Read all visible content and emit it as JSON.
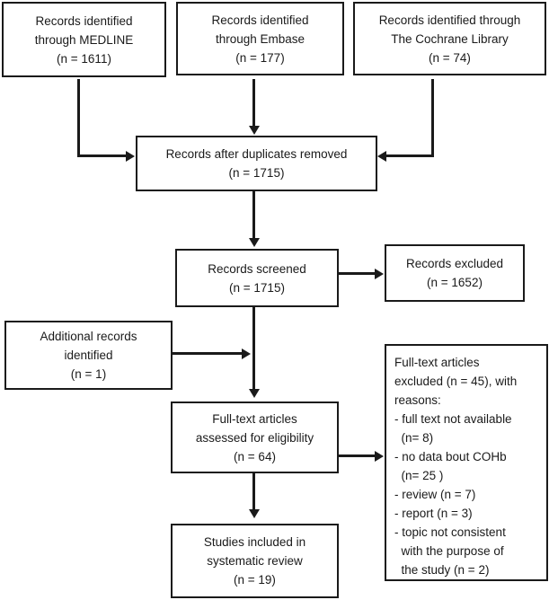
{
  "diagram_type": "prisma-flow-diagram",
  "colors": {
    "line": "#1a1a1a",
    "text": "#1a1a1a",
    "box_background": "#ffffff",
    "page_background": "#ffffff"
  },
  "boxes": {
    "medline": {
      "text": "Records identified\nthrough MEDLINE\n(n = 1611)",
      "n": 1611
    },
    "embase": {
      "text": "Records identified\nthrough Embase\n(n = 177)",
      "n": 177
    },
    "cochrane": {
      "text": "Records identified through\nThe Cochrane Library\n(n = 74)",
      "n": 74
    },
    "duplicates_removed": {
      "text": "Records after duplicates removed\n(n = 1715)",
      "n": 1715
    },
    "screened": {
      "text": "Records screened\n(n = 1715)",
      "n": 1715
    },
    "records_excluded": {
      "text": "Records excluded\n(n = 1652)",
      "n": 1652
    },
    "additional_records": {
      "text": "Additional records\nidentified\n(n = 1)",
      "n": 1
    },
    "fulltext_assessed": {
      "text": "Full-text articles\nassessed for eligibility\n(n = 64)",
      "n": 64
    },
    "fulltext_excluded": {
      "text": "Full-text articles\nexcluded (n = 45), with\nreasons:\n- full text not available\n  (n= 8)\n- no data bout COHb\n  (n= 25 )\n- review (n = 7)\n- report (n = 3)\n- topic not consistent\n  with the purpose of\n  the study (n = 2)",
      "n": 45
    },
    "studies_included": {
      "text": "Studies included in\nsystematic review\n(n = 19)",
      "n": 19
    }
  }
}
